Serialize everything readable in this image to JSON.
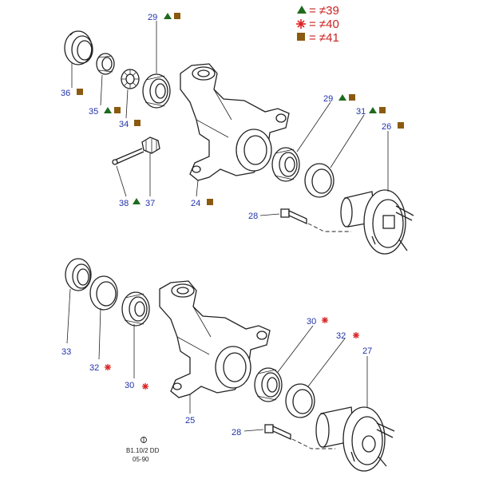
{
  "legend": [
    {
      "symbol": "triangle",
      "text": "= ≠39"
    },
    {
      "symbol": "asterisk",
      "text": "= ≠40"
    },
    {
      "symbol": "square",
      "text": "= ≠41"
    }
  ],
  "colors": {
    "label": "#2233aa",
    "triangle": "#1e6b1e",
    "square": "#8b5a10",
    "asterisk": "#dd2222",
    "legend_text": "#cc2222",
    "line": "#222222"
  },
  "upper_labels": {
    "p29a": "29",
    "p36": "36",
    "p35": "35",
    "p34": "34",
    "p38": "38",
    "p37": "37",
    "p24": "24",
    "p29b": "29",
    "p31": "31",
    "p26": "26",
    "p28": "28"
  },
  "lower_labels": {
    "p33": "33",
    "p32a": "32",
    "p30a": "30",
    "p25": "25",
    "p30b": "30",
    "p32b": "32",
    "p27": "27",
    "p28": "28"
  },
  "reference": {
    "code": "B1.10/2 DD",
    "date": "05-90"
  }
}
